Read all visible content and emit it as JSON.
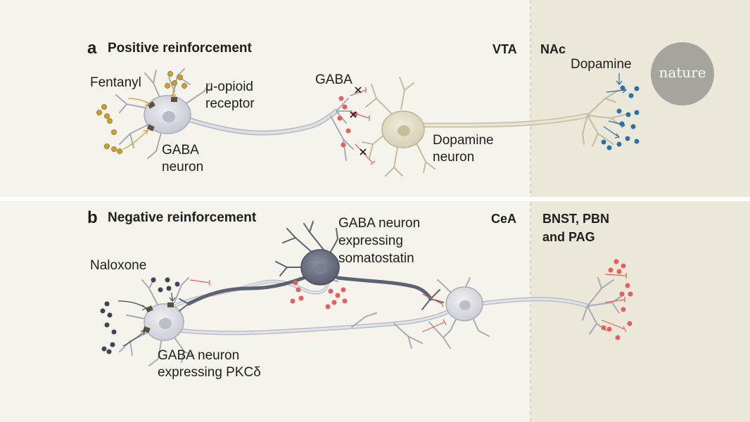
{
  "panel_a": {
    "letter": "a",
    "title": "Positive reinforcement",
    "region_left": "VTA",
    "region_right": "NAc",
    "labels": {
      "drug": "Fentanyl",
      "receptor_line1": "μ-opioid",
      "receptor_line2": "receptor",
      "gaba": "GABA",
      "gaba_neuron_line1": "GABA",
      "gaba_neuron_line2": "neuron",
      "dopamine_neuron_line1": "Dopamine",
      "dopamine_neuron_line2": "neuron",
      "dopamine": "Dopamine"
    }
  },
  "panel_b": {
    "letter": "b",
    "title": "Negative reinforcement",
    "region_left": "CeA",
    "region_right_line1": "BNST, PBN",
    "region_right_line2": "and PAG",
    "labels": {
      "drug": "Naloxone",
      "sst_line1": "GABA neuron",
      "sst_line2": "expressing",
      "sst_line3": "somatostatin",
      "pkc_line1": "GABA neuron",
      "pkc_line2": "expressing PKCδ"
    }
  },
  "logo": "nature",
  "colors": {
    "background": "#f5f3ec",
    "right_panel": "#ebe7d9",
    "gaba_neuron": "#c9cbd3",
    "dopamine_neuron": "#dcd8c0",
    "sst_neuron": "#6c7282",
    "fentanyl": "#cba22f",
    "dopamine": "#2f6fa8",
    "gaba_vesicle": "#e0625f",
    "naloxone": "#3d4656"
  }
}
